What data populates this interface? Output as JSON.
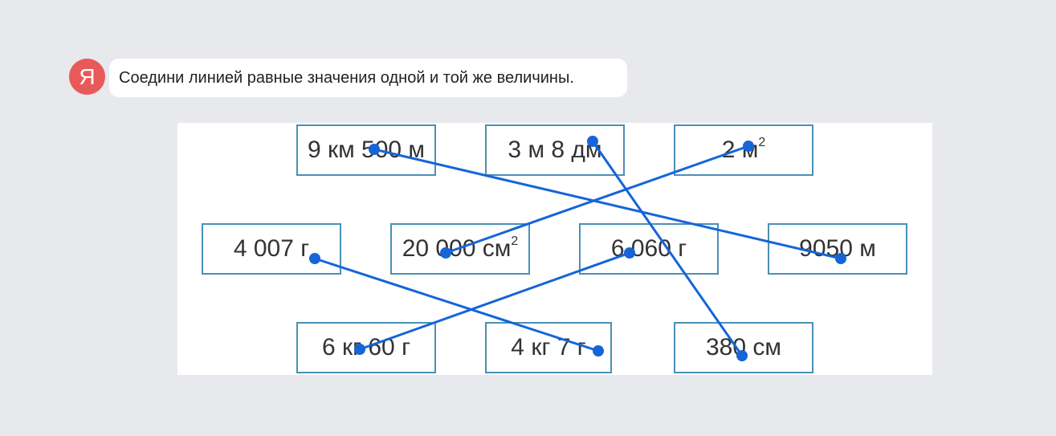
{
  "assistant": {
    "avatar_letter": "Я",
    "message": "Соедини линией равные значения одной и той же величины."
  },
  "cards": {
    "c1": "9 км 500 м",
    "c2": "3 м 8 дм",
    "c3": {
      "base": "2 м",
      "sup": "2"
    },
    "c4": "4 007 г",
    "c5": {
      "base": "20 000 см",
      "sup": "2"
    },
    "c6": "6 060 г",
    "c7": "9050 м",
    "c8": "6 кг 60 г",
    "c9": "4 кг 7 г",
    "c10": "380 см"
  },
  "connections": [
    {
      "from": "9 км 500 м",
      "to": "9050 м"
    },
    {
      "from": "3 м 8 дм",
      "to": "380 см"
    },
    {
      "from": "2 м²",
      "to": "20 000 см²"
    },
    {
      "from": "4 007 г",
      "to": "4 кг 7 г"
    },
    {
      "from": "6 060 г",
      "to": "6 кг 60 г"
    }
  ],
  "colors": {
    "accent": "#1565d8",
    "card_border": "#4a90b6",
    "avatar": "#e85a5a",
    "background": "#e8e9ec"
  },
  "icons": {
    "avatar": "yandex-logo"
  }
}
